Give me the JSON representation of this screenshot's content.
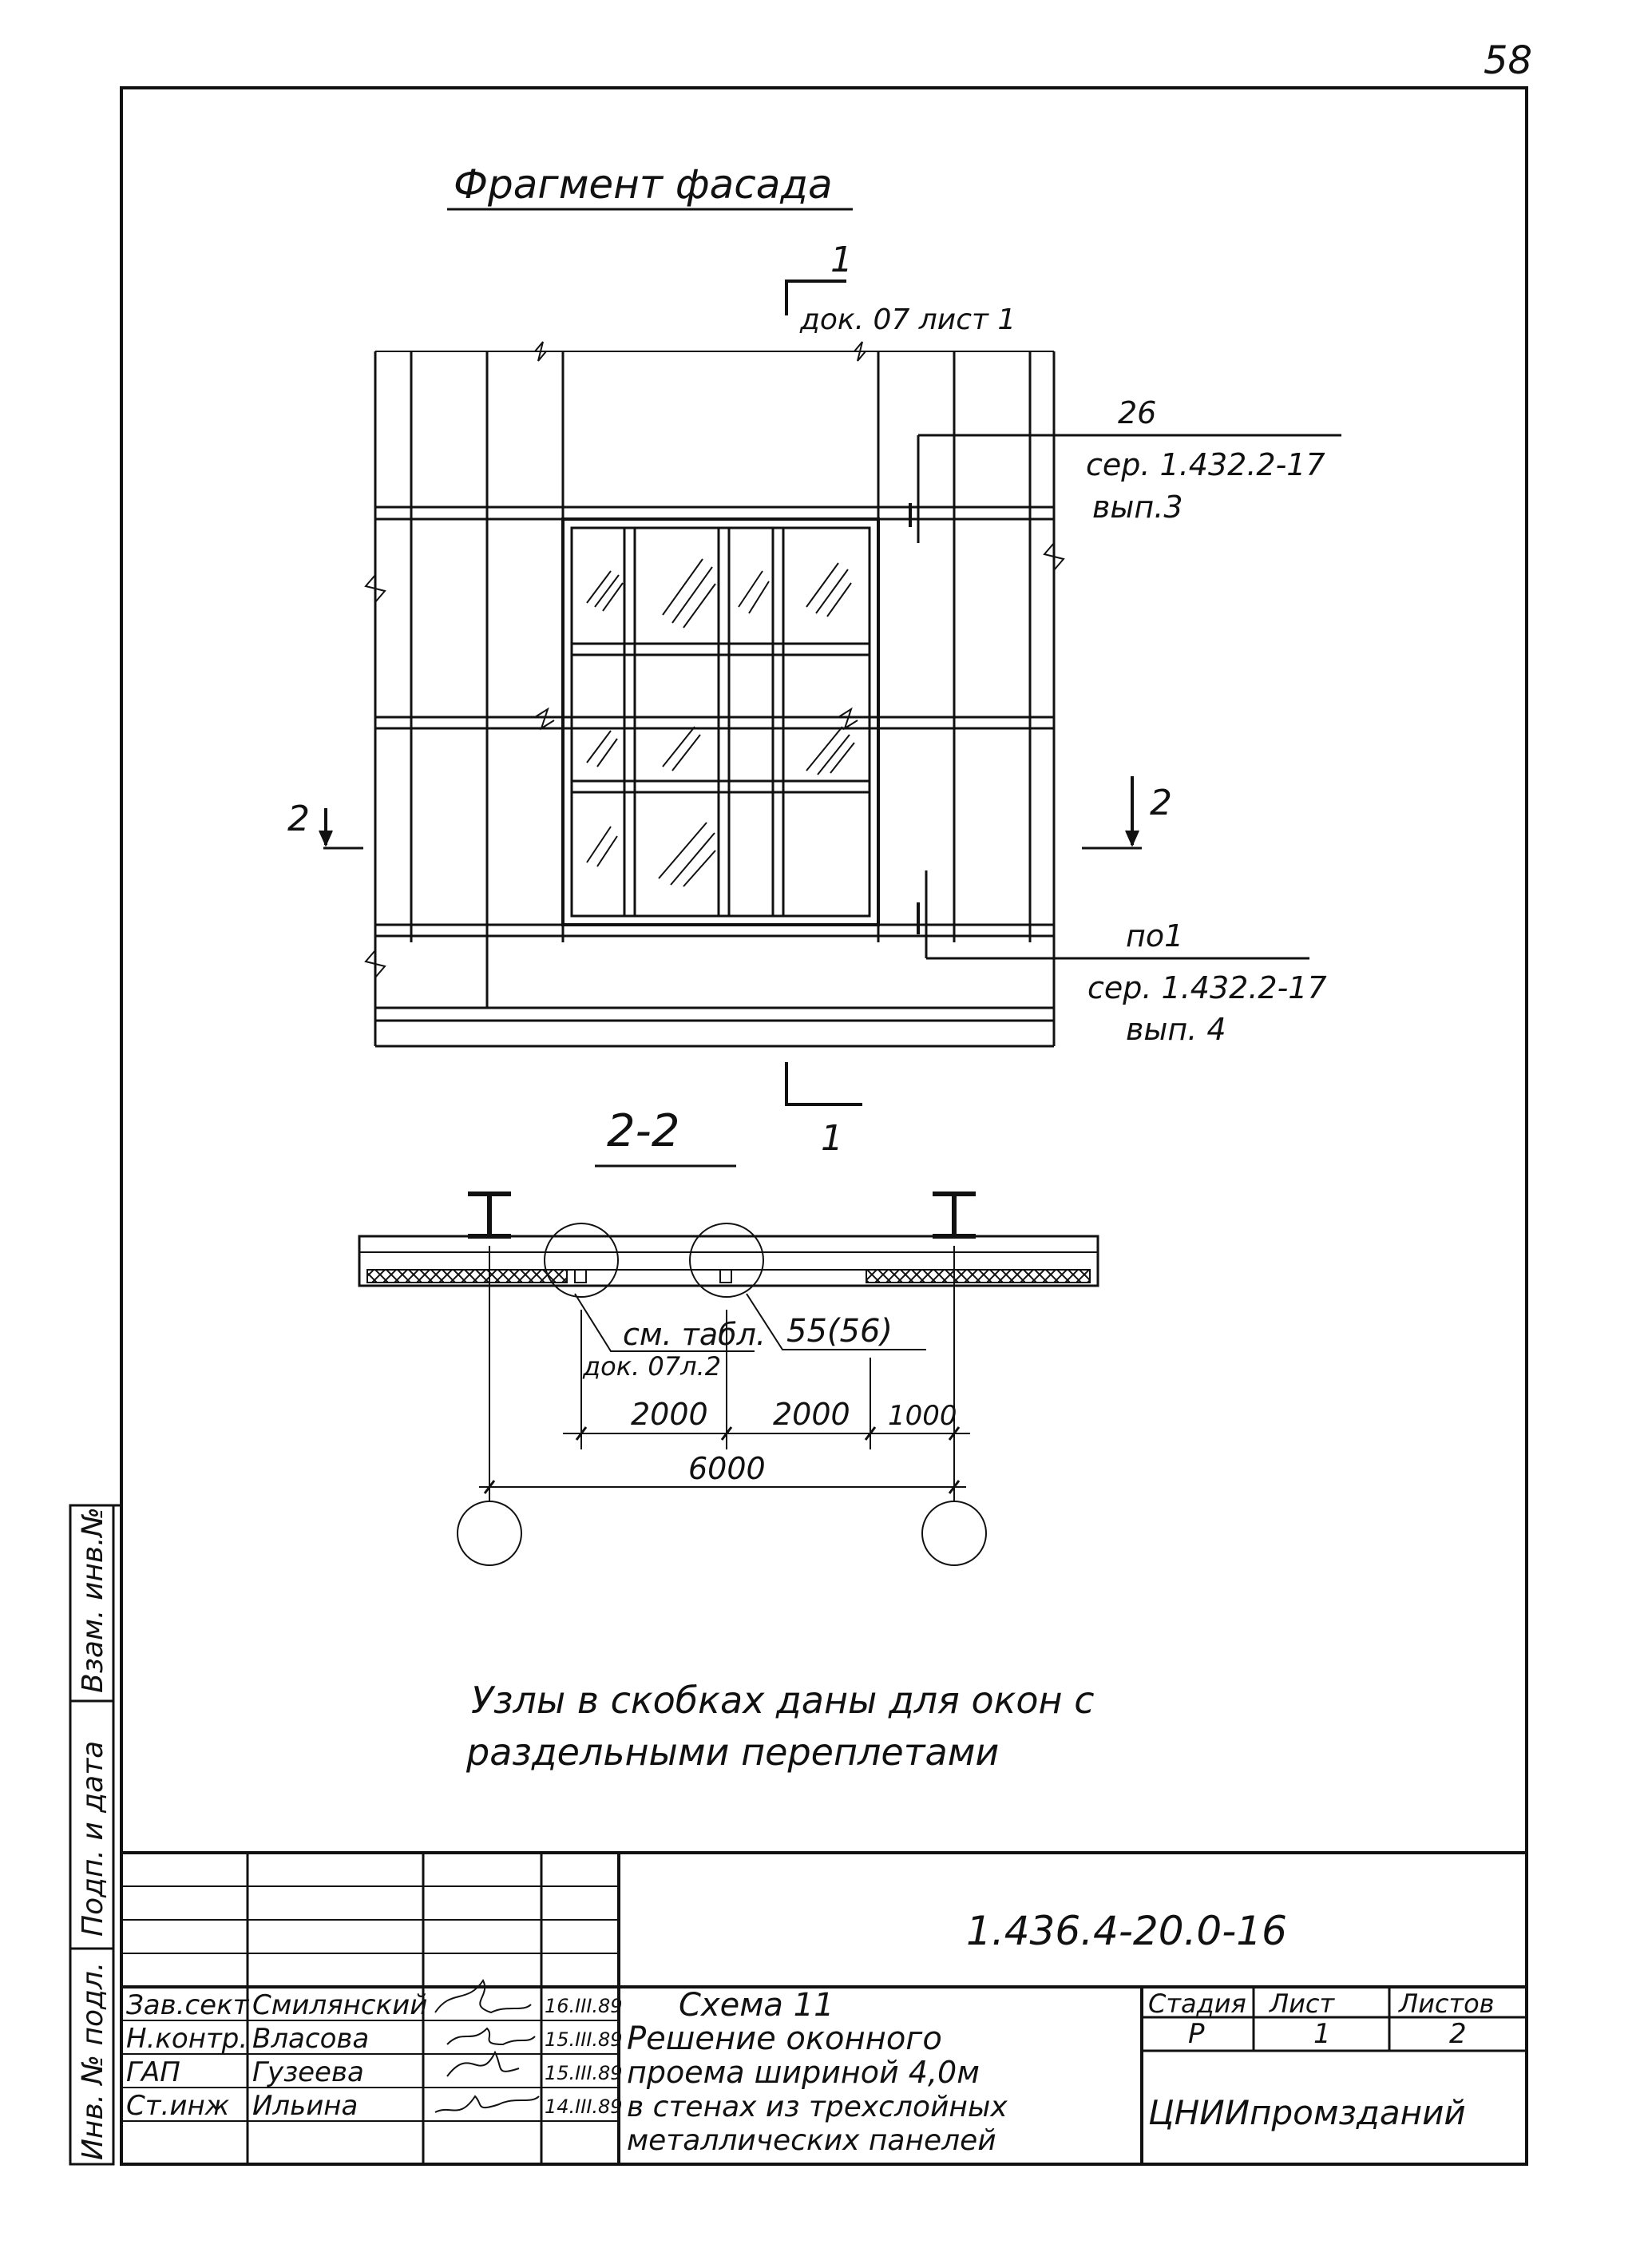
{
  "page_number": "58",
  "title": "Фрагмент фасада",
  "section_1": {
    "mark": "1",
    "ref": "док. 07 лист 1",
    "mark_bottom": "1"
  },
  "callout_26": {
    "mark": "26",
    "line1": "сер. 1.432.2-17",
    "line2": "вып.3"
  },
  "callout_po1": {
    "mark": "по1",
    "line1": "сер. 1.432.2-17",
    "line2": "вып. 4"
  },
  "section_2_marks": [
    "2",
    "2"
  ],
  "section_22": {
    "title": "2-2",
    "note_label": "см. табл.",
    "note_ref": "док. 07л.2",
    "node_label": "55(56)",
    "dims": [
      "2000",
      "2000",
      "1000"
    ],
    "total_dim": "6000"
  },
  "note": {
    "line1": "Узлы в скобках даны для окон с",
    "line2": "раздельными переплетами"
  },
  "side_stamp": [
    "Инв. № подл.",
    "Подп. и дата",
    "Взам. инв.№"
  ],
  "title_block": {
    "doc_number": "1.436.4-20.0-16",
    "rows": [
      {
        "role": "Зав.сект",
        "name": "Смилянский",
        "date": "16.III.89"
      },
      {
        "role": "Н.контр.",
        "name": "Власова",
        "date": "15.III.89"
      },
      {
        "role": "ГАП",
        "name": "Гузеева",
        "date": "15.III.89"
      },
      {
        "role": "Ст.инж",
        "name": "Ильина",
        "date": "14.III.89"
      }
    ],
    "description": [
      "Схема 11",
      "Решение оконного",
      "проема шириной 4,0м",
      "в стенах из трехслойных",
      "металлических панелей"
    ],
    "stage_header": "Стадия",
    "sheet_header": "Лист",
    "sheets_header": "Листов",
    "stage": "Р",
    "sheet": "1",
    "sheets": "2",
    "organization": "ЦНИИпромзданий"
  }
}
